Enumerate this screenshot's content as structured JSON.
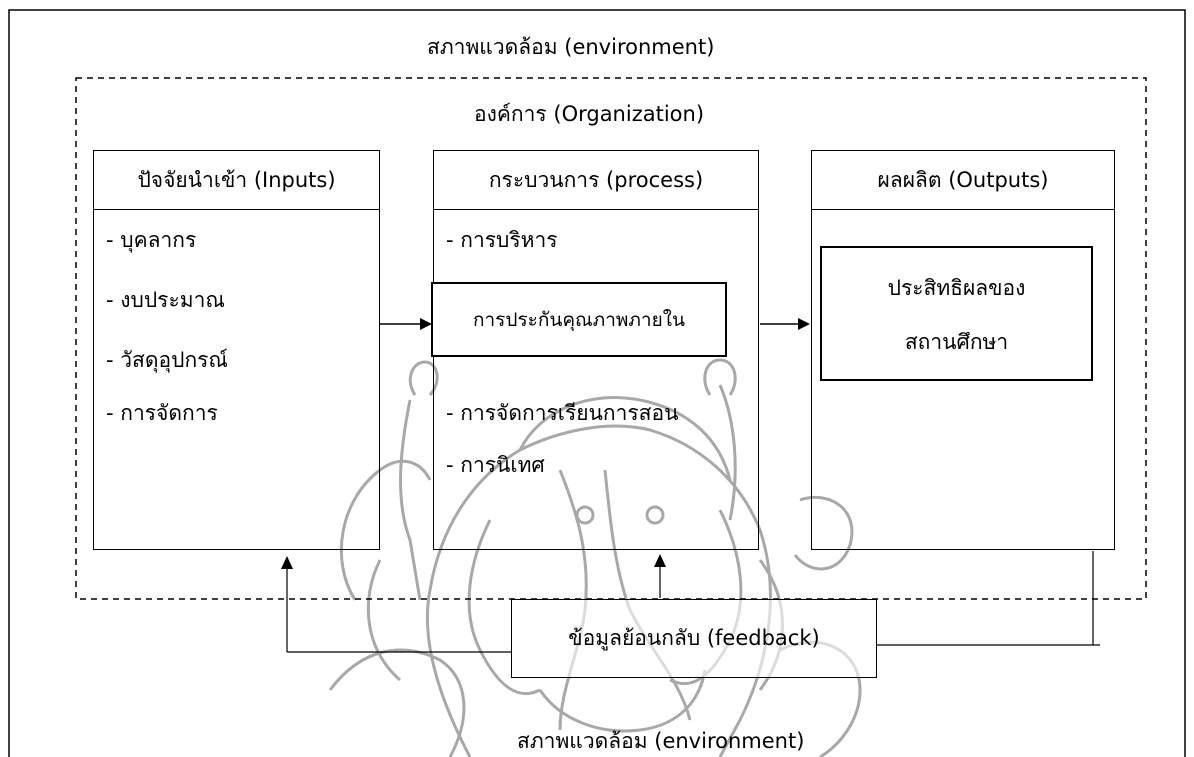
{
  "environment_top": "สภาพแวดล้อม (environment)",
  "environment_bottom": "สภาพแวดล้อม (environment)",
  "organization": "องค์การ (Organization)",
  "inputs": {
    "header": "ปัจจัยนำเข้า (Inputs)",
    "items": [
      "- บุคลากร",
      "- งบประมาณ",
      "- วัสดุอุปกรณ์",
      "- การจัดการ"
    ]
  },
  "process": {
    "header": "กระบวนการ (process)",
    "items": [
      "- การบริหาร",
      "- การจัดการเรียนการสอน",
      "- การนิเทศ"
    ],
    "highlight": "การประกันคุณภาพภายใน"
  },
  "outputs": {
    "header": "ผลผลิต (Outputs)",
    "result_line1": "ประสิทธิผลของ",
    "result_line2": "สถานศึกษา"
  },
  "feedback": "ข้อมูลย้อนกลับ (feedback)",
  "watermark_icon": "ganesha-watermark-icon"
}
